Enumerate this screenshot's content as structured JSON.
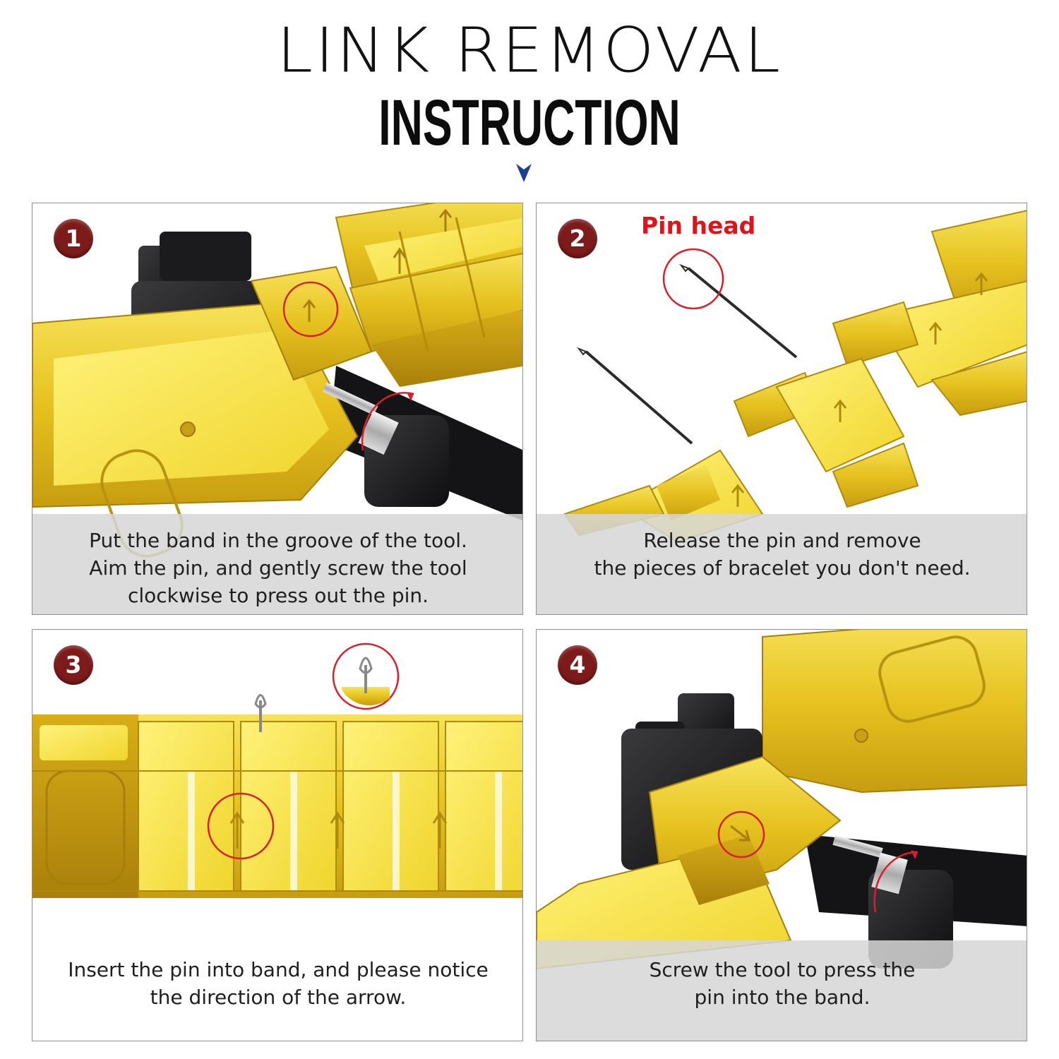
{
  "header": {
    "title_line1": "LINK REMOVAL",
    "title_line2": "INSTRUCTION"
  },
  "colors": {
    "badge": "#7d1a1a",
    "highlight_circle": "#d9202a",
    "gold": "#e8c727",
    "tool_black": "#1c1c1e",
    "pin_head_label": "#e0131b"
  },
  "icons": {
    "title_arrow": "down-triangle-icon",
    "link_arrow": "up-arrow-icon"
  },
  "steps": [
    {
      "number": "1",
      "caption": "Put the band in the groove of the tool.\nAim the pin, and gently screw the tool\nclockwise to press out the pin."
    },
    {
      "number": "2",
      "label": "Pin head",
      "caption": "Release the pin and remove\nthe pieces of bracelet you don't need."
    },
    {
      "number": "3",
      "caption": "Insert the pin into band, and please notice\nthe direction of the arrow."
    },
    {
      "number": "4",
      "caption": "Screw the tool to press the\npin into the band."
    }
  ]
}
